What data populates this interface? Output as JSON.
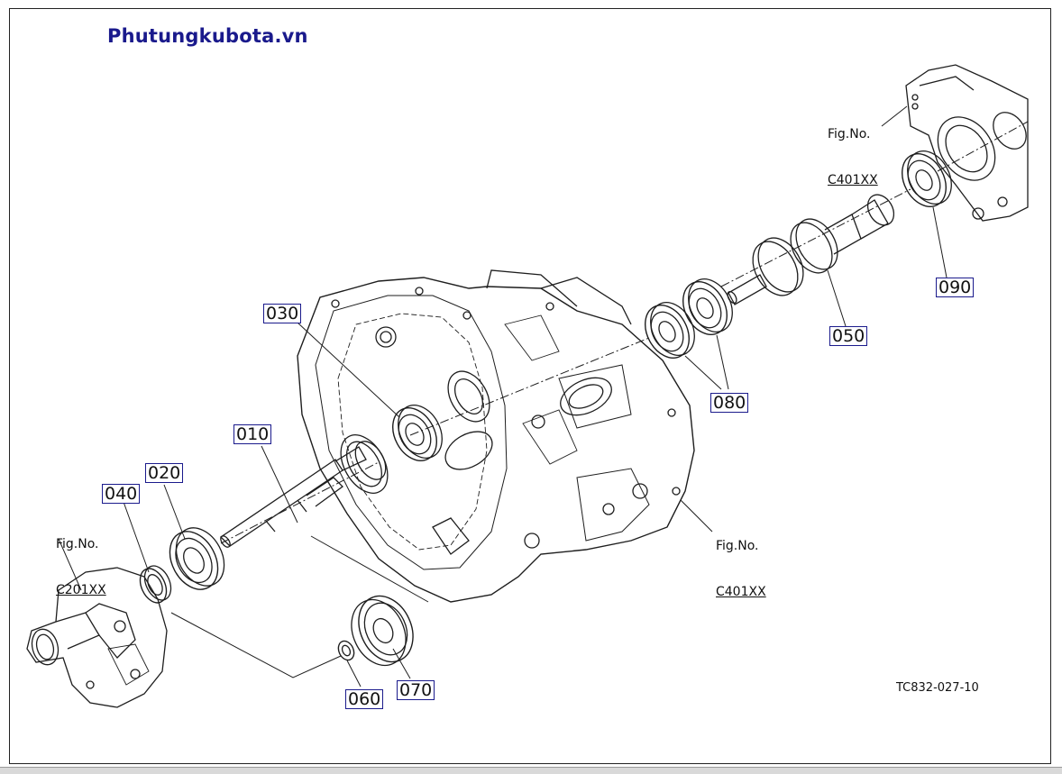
{
  "watermark": "Phutungkubota.vn",
  "callouts": {
    "p010": "010",
    "p020": "020",
    "p030": "030",
    "p040": "040",
    "p050": "050",
    "p060": "060",
    "p070": "070",
    "p080": "080",
    "p090": "090"
  },
  "figure_refs": {
    "left": {
      "label": "Fig.No.",
      "code": "C201XX"
    },
    "center": {
      "label": "Fig.No.",
      "code": "C401XX"
    },
    "top_right": {
      "label": "Fig.No.",
      "code": "C401XX"
    }
  },
  "drawing_code": "TC832-027-10"
}
